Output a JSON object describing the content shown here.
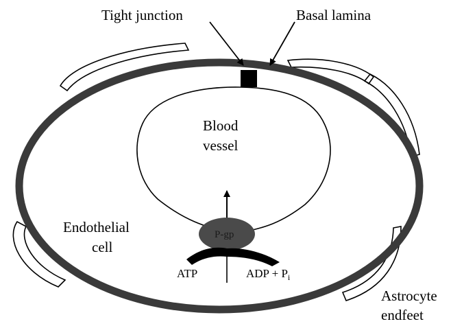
{
  "labels": {
    "tight_junction": "Tight junction",
    "basal_lamina": "Basal lamina",
    "blood_vessel_line1": "Blood",
    "blood_vessel_line2": "vessel",
    "endothelial_line1": "Endothelial",
    "endothelial_line2": "cell",
    "pgp": "P-gp",
    "atp": "ATP",
    "adp": "ADP + P",
    "adp_subscript": "i",
    "astrocyte_line1": "Astrocyte",
    "astrocyte_line2": "endfeet"
  },
  "colors": {
    "ring": "#3a3a3a",
    "junction": "#000000",
    "pgp_fill": "#4a4a4a",
    "background": "#ffffff"
  }
}
